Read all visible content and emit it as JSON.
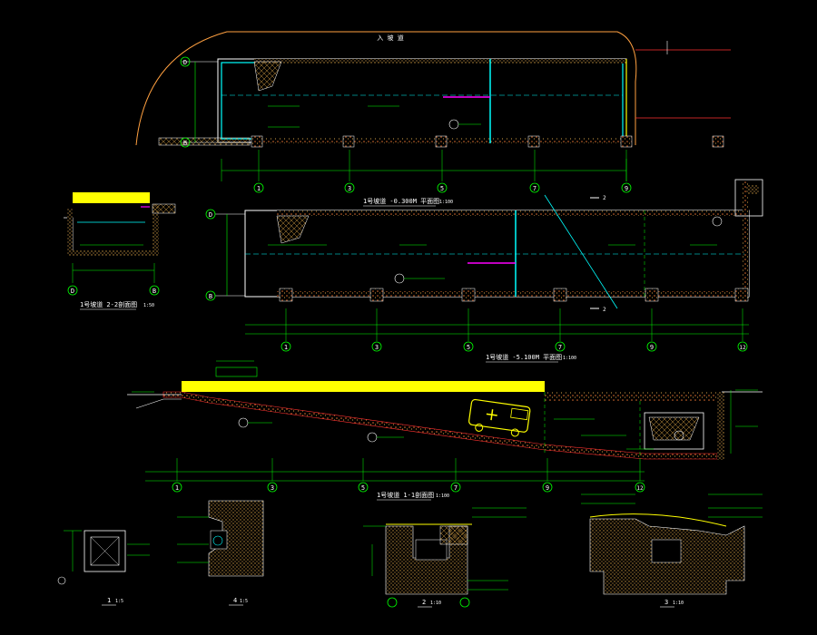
{
  "drawing": {
    "background": "#000000",
    "colors": {
      "yellow": "#ffff00",
      "white": "#ffffff",
      "green": "#00ff00",
      "cyan": "#00ffff",
      "magenta": "#ff00ff",
      "red": "#ff3030",
      "orange": "#ff9a30",
      "hatch": "#c89640",
      "blue": "#4aa0ff"
    }
  },
  "top_plan": {
    "ramp_label": "入 坡 道",
    "axis_labels": [
      "1",
      "3",
      "5",
      "7",
      "9"
    ],
    "left_axis_labels": [
      "D",
      "B"
    ]
  },
  "mid_plan": {
    "title": "1号坡道 -0.300M 平面图",
    "scale": "1:100",
    "axis_labels": [
      "1",
      "3",
      "5",
      "7",
      "9",
      "12"
    ],
    "left_axis_labels": [
      "D",
      "B"
    ],
    "section_marks": [
      "2",
      "2"
    ]
  },
  "left_section": {
    "title": "1号坡道 2-2剖面图",
    "scale": "1:50",
    "axis_labels": [
      "D",
      "B"
    ]
  },
  "under_label": {
    "title": "1号坡道 -5.100M 平面图",
    "scale": "1:100"
  },
  "long_section": {
    "title": "1号坡道 1-1剖面图",
    "scale": "1:100",
    "axis_labels": [
      "1",
      "3",
      "5",
      "7",
      "9",
      "12"
    ]
  },
  "details": {
    "d1": {
      "label": "1",
      "scale": "1:5"
    },
    "d2": {
      "label": "2",
      "scale": "1:10"
    },
    "d3": {
      "label": "3",
      "scale": "1:10"
    },
    "d4": {
      "label": "4",
      "scale": "1:5"
    }
  }
}
